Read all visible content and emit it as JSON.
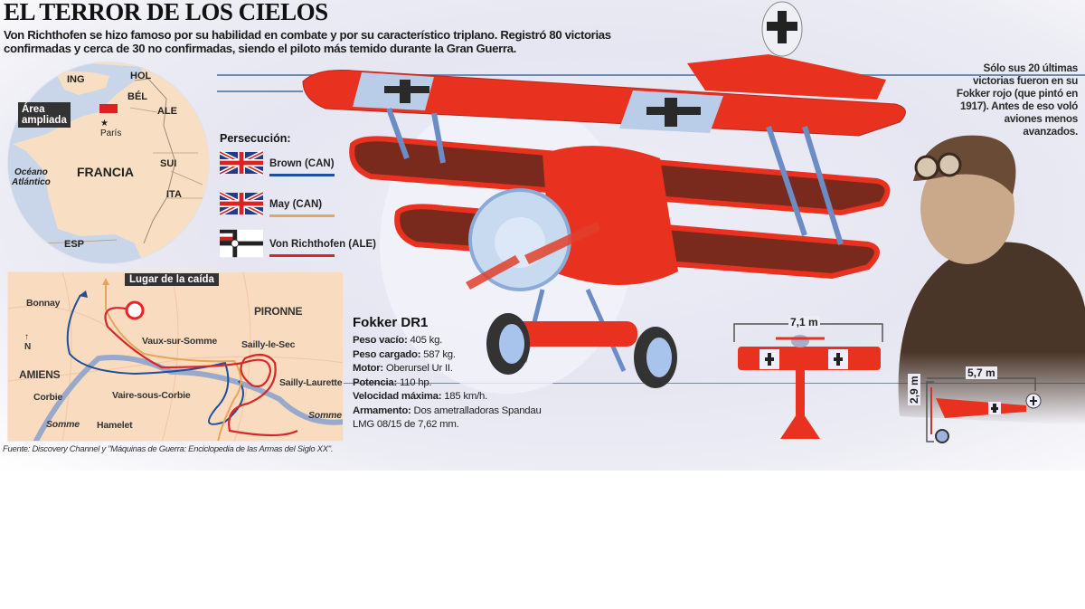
{
  "header": {
    "title": "EL TERROR DE LOS CIELOS",
    "subtitle": "Von Richthofen se hizo famoso por su habilidad en combate y por su característico triplano. Registró 80 victorias confirmadas y cerca de 30 no confirmadas, siendo el piloto más temido durante la Gran Guerra."
  },
  "locator_map": {
    "countries": [
      "ING",
      "HOL",
      "BÉL",
      "ALE",
      "SUI",
      "ITA",
      "ESP"
    ],
    "main_country": "FRANCIA",
    "ocean": "Océano Atlántico",
    "ocean_line1": "Océano",
    "ocean_line2": "Atlántico",
    "city": "París",
    "area_tag_line1": "Área",
    "area_tag_line2": "ampliada",
    "colors": {
      "land": "#f8dfc3",
      "sea": "#c9d5e8",
      "highlight": "#e02020"
    }
  },
  "legend": {
    "title": "Persecución:",
    "items": [
      {
        "label": "Brown (CAN)",
        "flag": "union-jack",
        "color": "#1f4f9a"
      },
      {
        "label": "May (CAN)",
        "flag": "union-jack",
        "color": "#e8a55a"
      },
      {
        "label": "Von Richthofen (ALE)",
        "flag": "german-war-ensign",
        "color": "#d62828"
      }
    ]
  },
  "detail_map": {
    "crash_label": "Lugar de la caída",
    "places": {
      "bonnay": "Bonnay",
      "pironne": "PIRONNE",
      "vaux": "Vaux-sur-Somme",
      "sailly_sec": "Sailly-le-Sec",
      "amiens": "AMIENS",
      "sailly_laurette": "Sailly-Laurette",
      "corbie": "Corbie",
      "vaire": "Vaire-sous-Corbie",
      "hamelet": "Hamelet",
      "somme1": "Somme",
      "somme2": "Somme"
    },
    "compass": "N"
  },
  "source": "Fuente: Discovery Channel y \"Máquinas de Guerra: Enciclopedia de las Armas del Siglo XX\".",
  "specs": {
    "title": "Fokker DR1",
    "rows": [
      {
        "label": "Peso vacío:",
        "value": " 405 kg."
      },
      {
        "label": "Peso cargado:",
        "value": " 587 kg."
      },
      {
        "label": "Motor:",
        "value": " Oberursel Ur II."
      },
      {
        "label": "Potencia:",
        "value": " 110 hp."
      },
      {
        "label": "Velocidad máxima:",
        "value": " 185 km/h."
      },
      {
        "label": "Armamento:",
        "value": " Dos ametralladoras Spandau LMG 08/15 de 7,62 mm."
      }
    ]
  },
  "note": "Sólo sus 20 últimas victorias fueron en su Fokker rojo (que pintó en 1917). Antes de eso voló aviones menos avanzados.",
  "dimensions": {
    "wingspan": "7,1 m",
    "length": "5,7 m",
    "height": "2,9 m"
  },
  "colors": {
    "plane_red": "#e8321f",
    "plane_dark": "#7a2a1c",
    "band": "#b9cde8",
    "accent_line": "#6c8bb0"
  }
}
